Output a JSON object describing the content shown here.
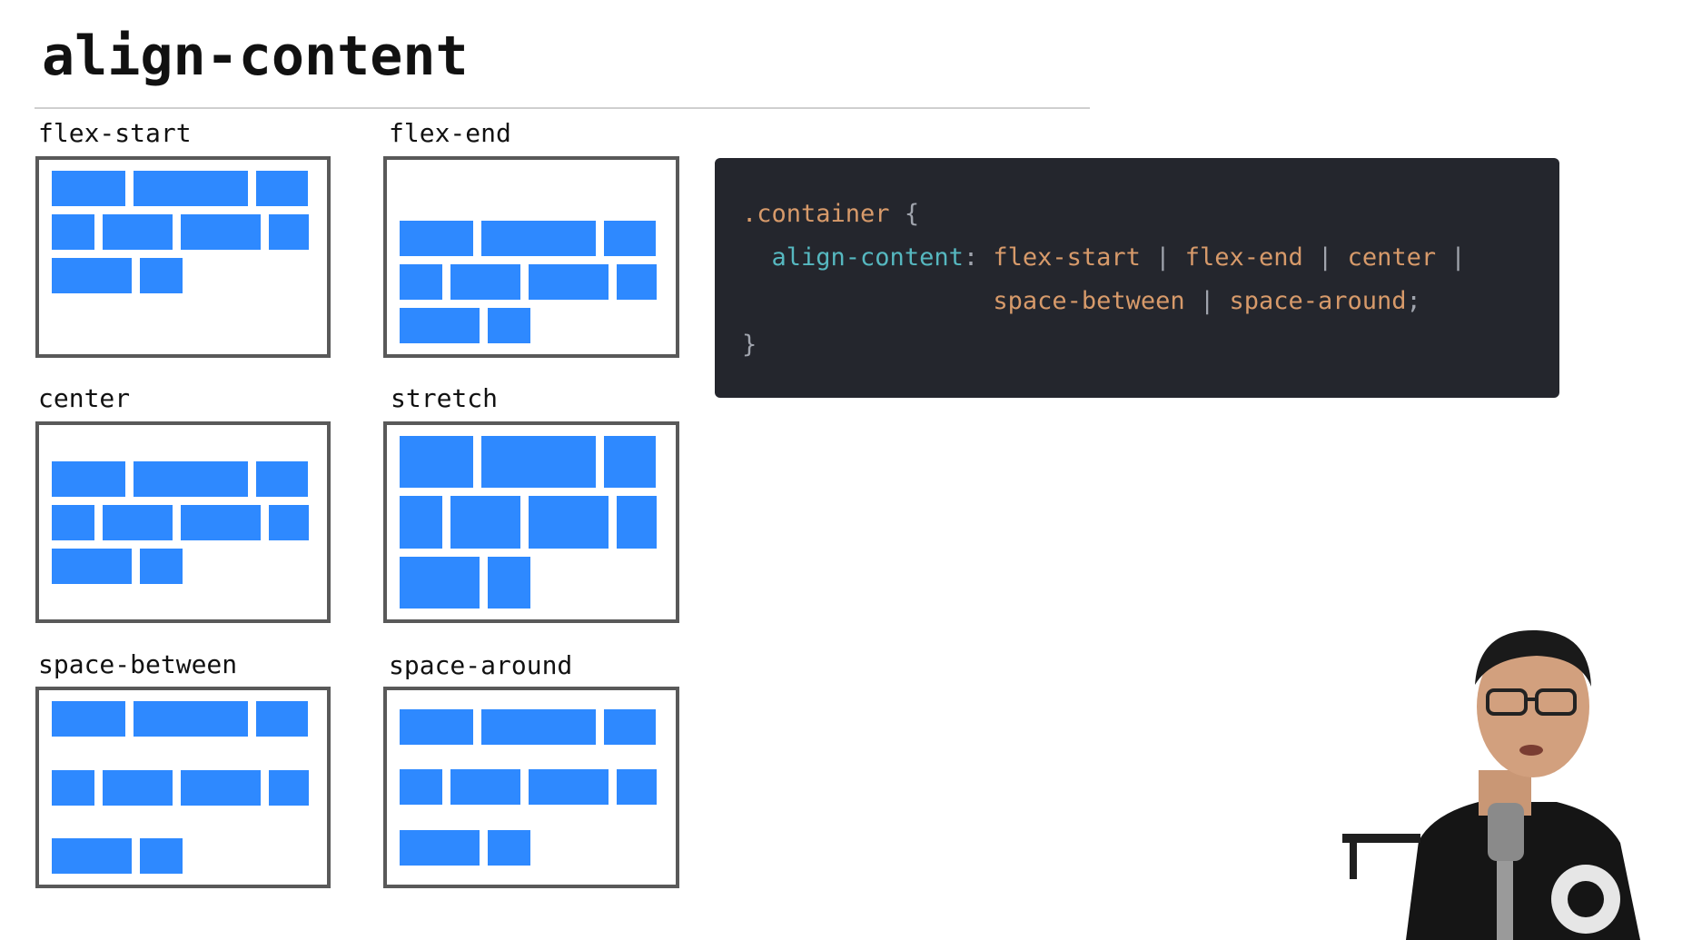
{
  "title": "align-content",
  "demos": [
    {
      "label": "flex-start",
      "align_content": "flex-start"
    },
    {
      "label": "flex-end",
      "align_content": "flex-end"
    },
    {
      "label": "center",
      "align_content": "center"
    },
    {
      "label": "stretch",
      "align_content": "stretch"
    },
    {
      "label": "space-between",
      "align_content": "space-between"
    },
    {
      "label": "space-around",
      "align_content": "space-around"
    }
  ],
  "code": {
    "selector": ".container",
    "open_brace": "{",
    "property": "align-content",
    "colon": ":",
    "separator": "|",
    "values": [
      "flex-start",
      "flex-end",
      "center",
      "space-between",
      "space-around"
    ],
    "semicolon": ";",
    "close_brace": "}"
  },
  "colors": {
    "flex_item": "#2e89ff",
    "box_border": "#595959",
    "code_background": "#24262d",
    "code_value": "#d79a6a",
    "code_property": "#56b8c0"
  }
}
